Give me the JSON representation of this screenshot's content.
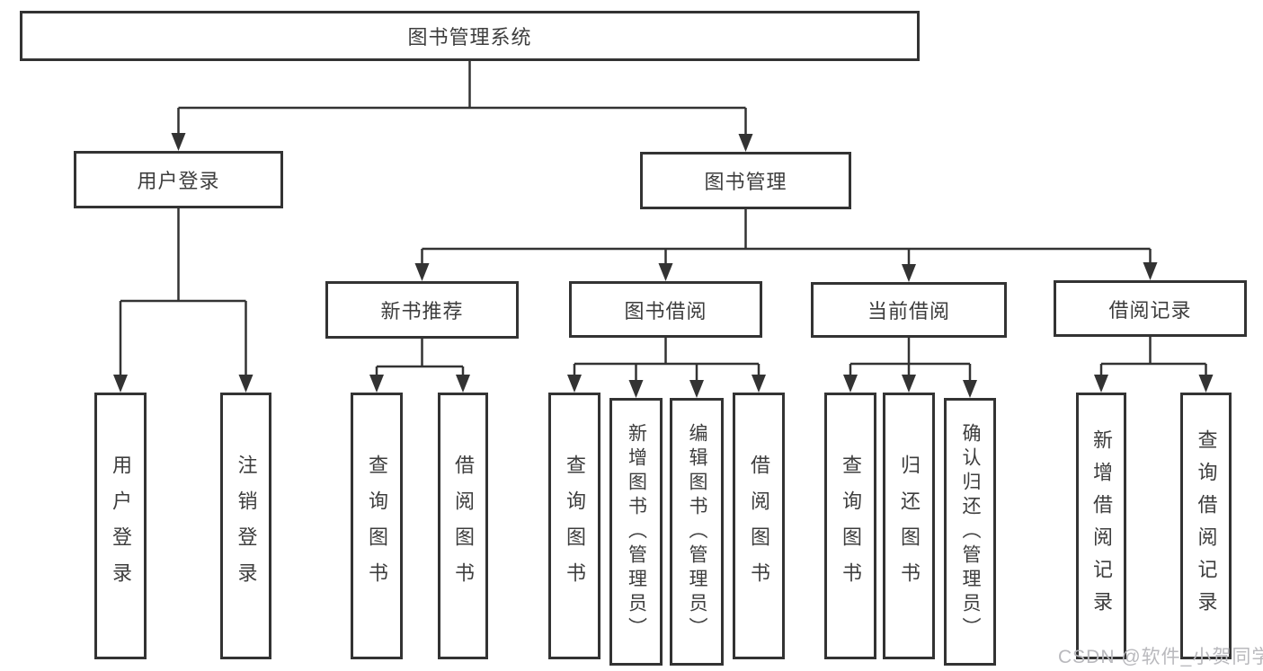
{
  "diagram": {
    "tree": {
      "label": "图书管理系统",
      "children": [
        {
          "label": "用户登录",
          "children": [
            {
              "label": "用户登录"
            },
            {
              "label": "注销登录"
            }
          ]
        },
        {
          "label": "图书管理",
          "children": [
            {
              "label": "新书推荐",
              "children": [
                {
                  "label": "查询图书"
                },
                {
                  "label": "借阅图书"
                }
              ]
            },
            {
              "label": "图书借阅",
              "children": [
                {
                  "label": "查询图书"
                },
                {
                  "label": "新增图书（管理员）"
                },
                {
                  "label": "编辑图书（管理员）"
                },
                {
                  "label": "借阅图书"
                }
              ]
            },
            {
              "label": "当前借阅",
              "children": [
                {
                  "label": "查询图书"
                },
                {
                  "label": "归还图书"
                },
                {
                  "label": "确认归还（管理员）"
                }
              ]
            },
            {
              "label": "借阅记录",
              "children": [
                {
                  "label": "新增借阅记录"
                },
                {
                  "label": "查询借阅记录"
                }
              ]
            }
          ]
        }
      ]
    }
  },
  "watermark": {
    "text": "CSDN @软件_小贺同学"
  },
  "colors": {
    "line": "#333333",
    "box_border": "#333333",
    "box_fill": "#ffffff",
    "text": "#3d3d3d",
    "watermark": "#b9b9bd",
    "background": "#ffffff"
  }
}
